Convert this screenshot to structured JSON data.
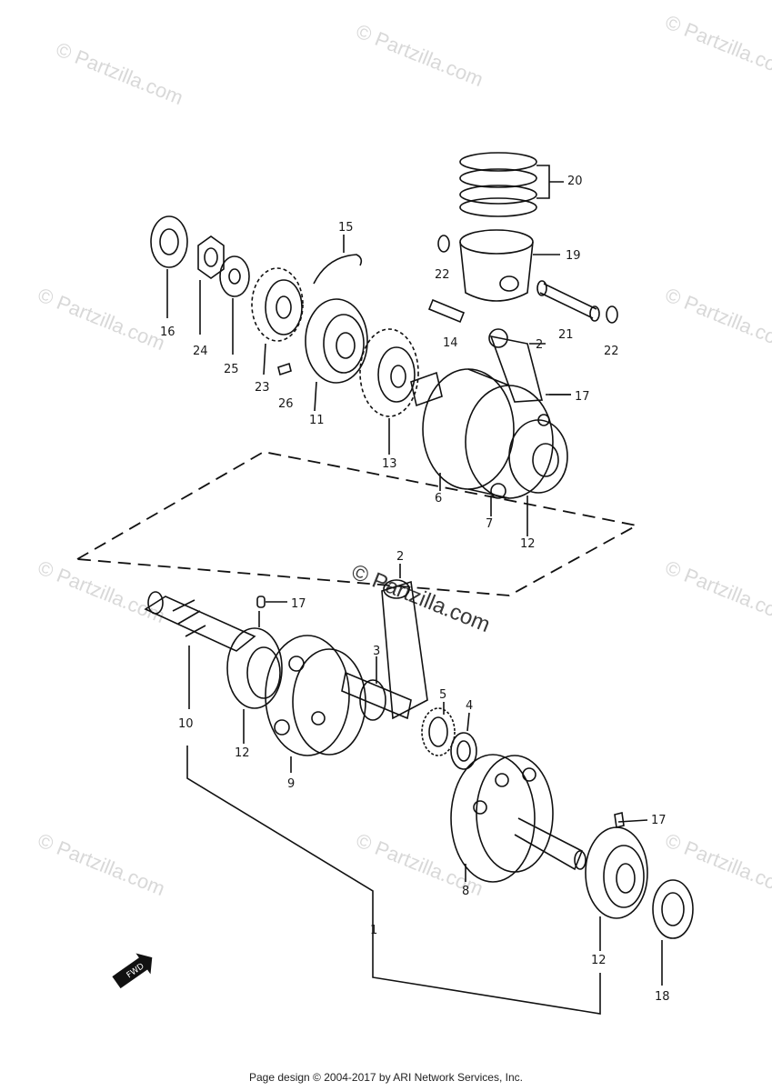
{
  "labels": {
    "l1": "1",
    "l2a": "2",
    "l2b": "2",
    "l3": "3",
    "l4": "4",
    "l5": "5",
    "l6": "6",
    "l7": "7",
    "l8": "8",
    "l9": "9",
    "l10": "10",
    "l11": "11",
    "l12a": "12",
    "l12b": "12",
    "l12c": "12",
    "l13": "13",
    "l14": "14",
    "l15": "15",
    "l16": "16",
    "l17a": "17",
    "l17b": "17",
    "l17c": "17",
    "l18": "18",
    "l19": "19",
    "l20": "20",
    "l21": "21",
    "l22a": "22",
    "l22b": "22",
    "l23": "23",
    "l24": "24",
    "l25": "25",
    "l26": "26"
  },
  "fwd_badge": "FWD",
  "watermark": "© Partzilla.com",
  "footer": "Page design © 2004-2017 by ARI Network Services, Inc."
}
